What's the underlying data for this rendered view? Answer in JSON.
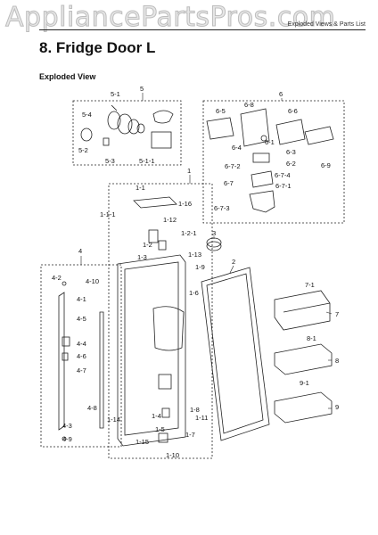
{
  "watermark": "AppliancePartsPros.com",
  "header_note": "Exploded Views & Parts List",
  "title": "8.  Fridge Door L",
  "section_label": "Exploded View",
  "callouts": [
    "5",
    "5-1",
    "5-4",
    "5-2",
    "5-3",
    "5-1-1",
    "6",
    "6-8",
    "6-5",
    "6-6",
    "6-4",
    "6-1",
    "6-3",
    "6-2",
    "6-9",
    "6-7-2",
    "6-7-4",
    "6-7",
    "6-7-1",
    "6-7-3",
    "1",
    "1-1",
    "1-16",
    "1-1-1",
    "1-12",
    "1-2-1",
    "1-2",
    "1-3",
    "1-13",
    "1-9",
    "1-6",
    "3",
    "2",
    "4",
    "4-2",
    "4-10",
    "4-1",
    "4-5",
    "4-4",
    "4-6",
    "4-7",
    "4-8",
    "4-3",
    "4-9",
    "1-14",
    "1-4",
    "1-8",
    "1-11",
    "1-5",
    "1-7",
    "1-15",
    "1-10",
    "7-1",
    "7",
    "8-1",
    "8",
    "9-1",
    "9"
  ]
}
